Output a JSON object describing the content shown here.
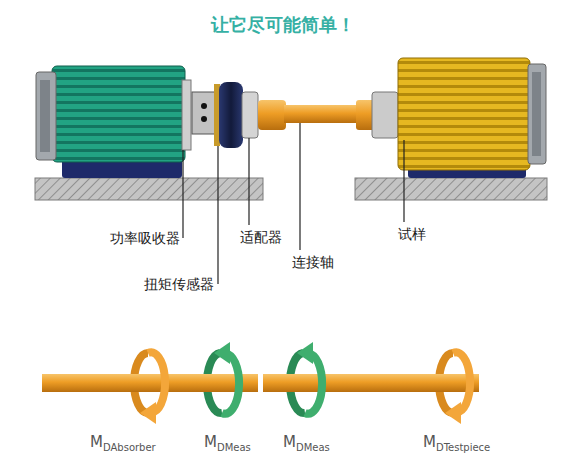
{
  "diagram": {
    "title": "让它尽可能简单！",
    "labels": [
      "功率吸收器",
      "扭矩传感器",
      "适配器",
      "连接轴",
      "试样",
      "MDAbsorber",
      "MDMeas",
      "MDMeas",
      "MDTestpiece"
    ]
  }
}
